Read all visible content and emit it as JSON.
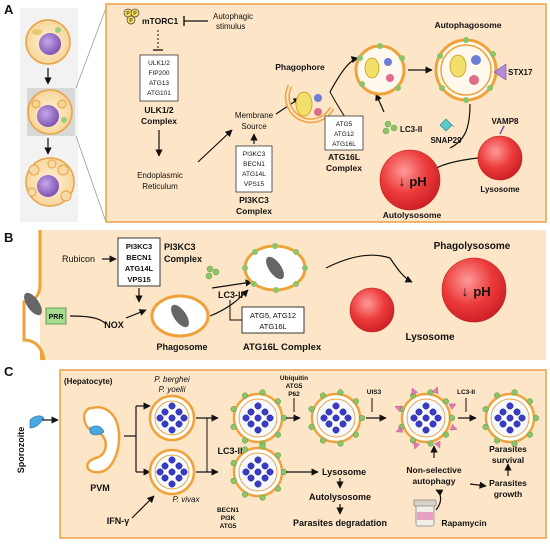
{
  "panels": {
    "a": {
      "letter": "A",
      "mtorc1": "mTORC1",
      "pp": "P",
      "autophagic_stimulus": [
        "Autophagic",
        "stimulus"
      ],
      "ulk_box": [
        "ULK1/2",
        "FIP200",
        "ATG13",
        "ATG101"
      ],
      "ulk_complex": [
        "ULK1/2",
        "Complex"
      ],
      "er": [
        "Endoplasmic",
        "Reticulum"
      ],
      "membrane_source": [
        "Membrane",
        "Source"
      ],
      "pi3k_box": [
        "PI3KC3",
        "BECN1",
        "ATG14L",
        "VPS15"
      ],
      "pi3k_complex": [
        "PI3KC3",
        "Complex"
      ],
      "phagophore": "Phagophore",
      "lc3": "LC3-II",
      "atg16_box": [
        "ATG5",
        "ATG12",
        "ATG16L"
      ],
      "atg16_complex": [
        "ATG16L",
        "Complex"
      ],
      "autophagosome": "Autophagosome",
      "stx17": "STX17",
      "snap29": "SNAP29",
      "vamp8": "VAMP8",
      "lysosome": "Lysosome",
      "ph": "pH",
      "arrow_down": "↓",
      "autolysosome": "Autolysosome"
    },
    "b": {
      "letter": "B",
      "rubicon": "Rubicon",
      "pi3k_box": [
        "PI3KC3",
        "BECN1",
        "ATG14L",
        "VPS15"
      ],
      "pi3k_complex": [
        "PI3KC3",
        "Complex"
      ],
      "prr": "PRR",
      "nox": "NOX",
      "phagosome": "Phagosome",
      "lc3": "LC3-II",
      "atg16_box": [
        "ATG5,  ATG12",
        "ATG16L"
      ],
      "atg16_complex": "ATG16L  Complex",
      "phagolysosome": "Phagolysosome",
      "ph": "pH",
      "arrow_down": "↓",
      "lysosome": "Lysosome"
    },
    "c": {
      "letter": "C",
      "sporozoite": "Sporozoite",
      "hepatocyte": "(Hepatocyte)",
      "pvm": "PVM",
      "ifn": "IFN-γ",
      "berghei": "P. berghei",
      "yoelii": "P. yoelii",
      "vivax": "P. vivax",
      "lc3": "LC3-II",
      "becn": [
        "BECN1",
        "PI3K",
        "ATG5"
      ],
      "ubiq": [
        "Ubiquitin",
        "ATG5",
        "P62"
      ],
      "uis3": "UIS3",
      "lc3b": "LC3-II",
      "lysosome": "Lysosome",
      "autolysosome": "Autolysosome",
      "degradation": "Parasites degradation",
      "non_selective": [
        "Non-selective",
        "autophagy"
      ],
      "growth": [
        "Parasites",
        "growth"
      ],
      "survival": [
        "Parasites",
        "survival"
      ],
      "rapamycin": "Rapamycin"
    }
  },
  "colors": {
    "panel_fill": "#fde6c8",
    "panel_stroke": "#e8a243",
    "membrane": "#f0a23a",
    "lc3_dot": "#8cc46a",
    "nucleus": "#8f6cc0",
    "lysosome_red": "#e3333c",
    "parasite": "#3a3cc8"
  }
}
